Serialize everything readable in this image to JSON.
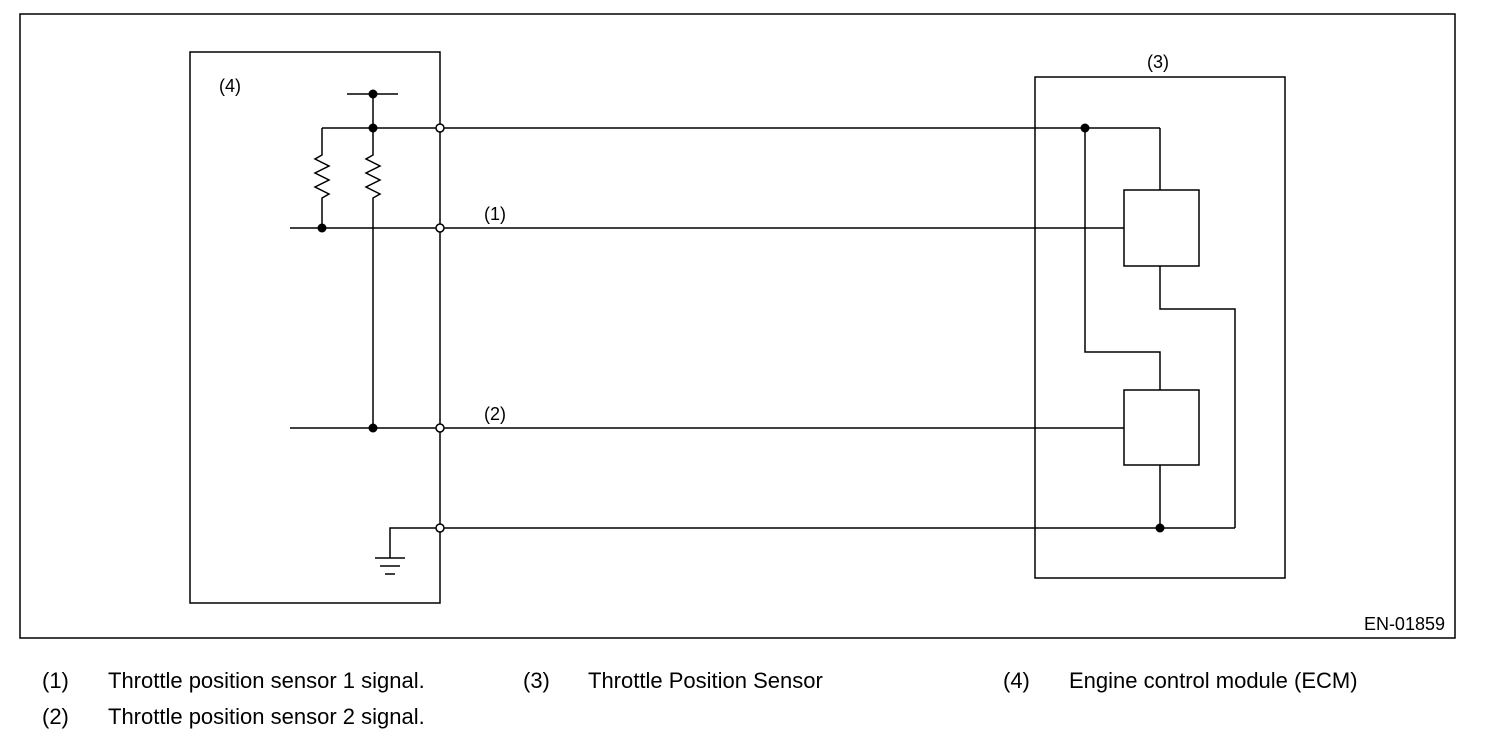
{
  "diagram": {
    "ecm_label": "(4)",
    "sensor_label": "(3)",
    "wire1_label": "(1)",
    "wire2_label": "(2)",
    "figure_code": "EN-01859"
  },
  "legend": {
    "items": [
      {
        "num": "(1)",
        "text": "Throttle position sensor 1 signal."
      },
      {
        "num": "(2)",
        "text": "Throttle position sensor 2 signal."
      },
      {
        "num": "(3)",
        "text": "Throttle Position Sensor"
      },
      {
        "num": "(4)",
        "text": "Engine control module (ECM)"
      }
    ]
  }
}
